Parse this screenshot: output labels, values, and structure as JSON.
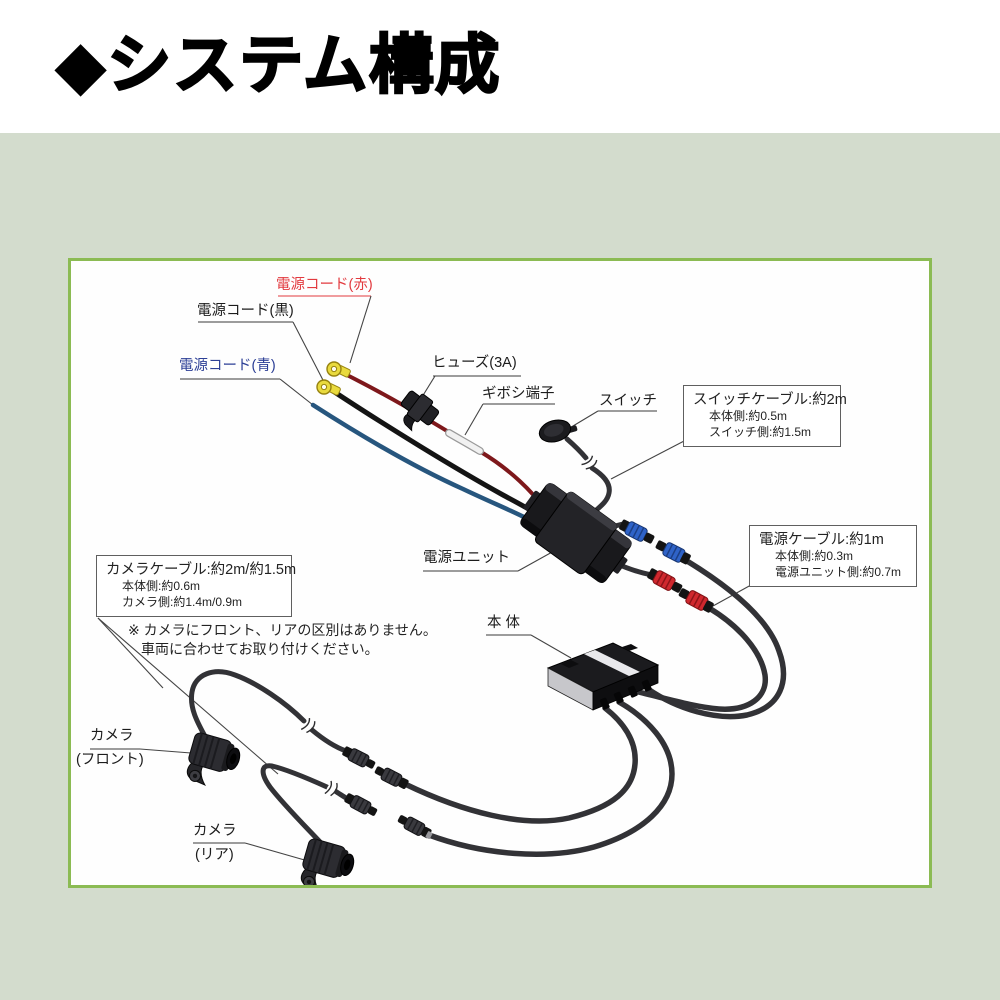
{
  "page": {
    "title": "◆システム構成"
  },
  "colors": {
    "page_bg": "#d3dccd",
    "panel_border": "#8bbb53",
    "label_red": "#e23a3f",
    "label_blue": "#2c3f96",
    "wire_red": "#7e181b",
    "wire_black": "#141414",
    "wire_blue": "#27567e",
    "connector_blue": "#2f63c8",
    "connector_red": "#d0282e",
    "terminal_yellow": "#e9da3e"
  },
  "diagram": {
    "labels": {
      "power_cord_red": "電源コード(赤)",
      "power_cord_black": "電源コード(黒)",
      "power_cord_blue": "電源コード(青)",
      "fuse": "ヒューズ(3A)",
      "bullet_terminal": "ギボシ端子",
      "switch": "スイッチ",
      "power_unit": "電源ユニット",
      "main_unit": "本 体",
      "camera_front_line1": "カメラ",
      "camera_front_line2": "(フロント)",
      "camera_rear_line1": "カメラ",
      "camera_rear_line2": "(リア)"
    },
    "info_boxes": {
      "switch_cable": {
        "title": "スイッチケーブル:約2m",
        "lines": [
          "本体側:約0.5m",
          "スイッチ側:約1.5m"
        ]
      },
      "power_cable": {
        "title": "電源ケーブル:約1m",
        "lines": [
          "本体側:約0.3m",
          "電源ユニット側:約0.7m"
        ]
      },
      "camera_cable": {
        "title": "カメラケーブル:約2m/約1.5m",
        "lines": [
          "本体側:約0.6m",
          "カメラ側:約1.4m/0.9m"
        ]
      }
    },
    "note": {
      "line1": "※ カメラにフロント、リアの区別はありません。",
      "line2": "車両に合わせてお取り付けください。"
    }
  }
}
